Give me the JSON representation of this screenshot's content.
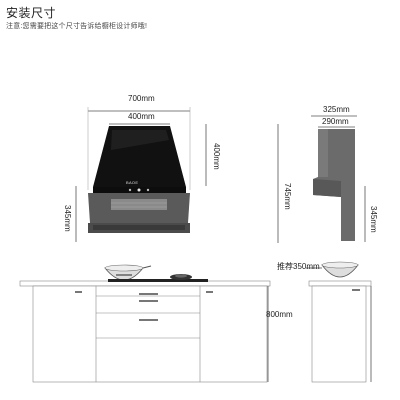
{
  "header": {
    "title": "安装尺寸",
    "note": "注意:您需要把这个尺寸告诉给橱柜设计师哦!"
  },
  "hood_front": {
    "width_total": "700mm",
    "width_panel": "400mm",
    "height_panel": "400mm",
    "height_body": "345mm",
    "brand_label": "BAOE"
  },
  "hood_side": {
    "depth_total": "325mm",
    "depth_panel": "290mm",
    "height_total": "745mm",
    "height_body": "345mm"
  },
  "cabinet": {
    "recommend_gap": "推荐350mm",
    "counter_height": "800mm"
  },
  "colors": {
    "glass": "#111111",
    "body": "#5a5a5a",
    "side": "#6b6b6b",
    "line": "#555555"
  }
}
